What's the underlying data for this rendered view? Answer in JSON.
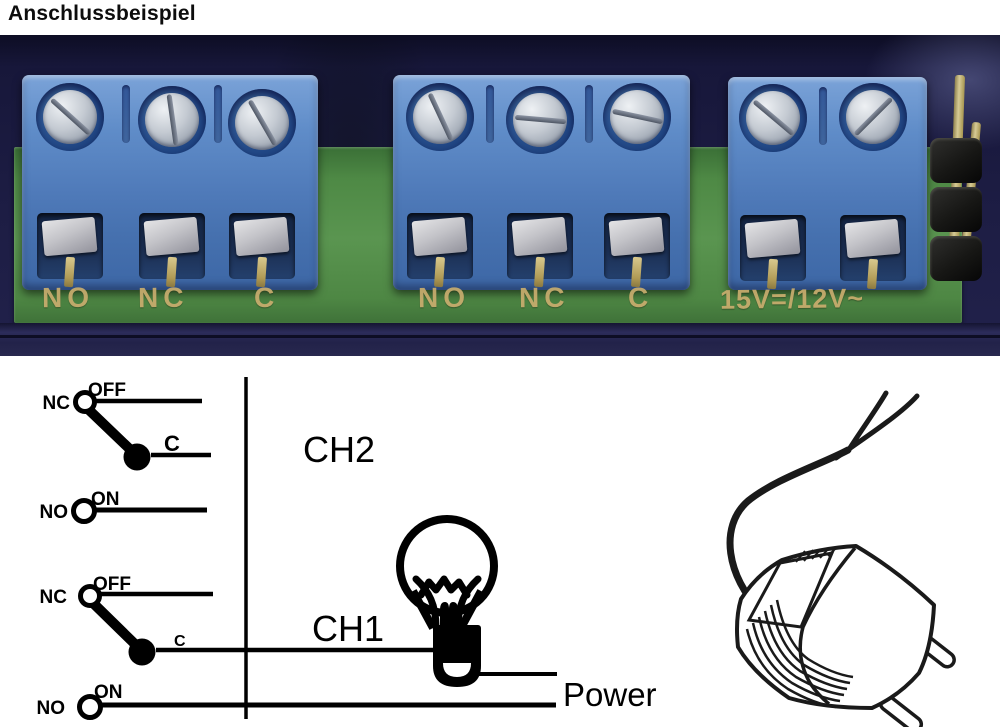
{
  "title": "Anschlussbeispiel",
  "pcb_photo": {
    "relay1_labels": {
      "no": "NO",
      "nc": "NC",
      "c": "C"
    },
    "relay2_labels": {
      "no": "NO",
      "nc": "NC",
      "c": "C"
    },
    "supply_label": "15V=/12V~"
  },
  "diagram": {
    "channel2": {
      "name": "CH2",
      "nc": "NC",
      "off": "OFF",
      "c": "C",
      "no": "NO",
      "on": "ON"
    },
    "channel1": {
      "name": "CH1",
      "nc": "NC",
      "off": "OFF",
      "c": "C",
      "no": "NO",
      "on": "ON"
    },
    "power_label": "Power"
  },
  "colors": {
    "background": "#ffffff",
    "case_navy": "#1d1d44",
    "pcb_green": "#559049",
    "terminal_blue": "#5080c0",
    "silkscreen_gold": "#c9ad6e",
    "diagram_ink": "#000000"
  }
}
